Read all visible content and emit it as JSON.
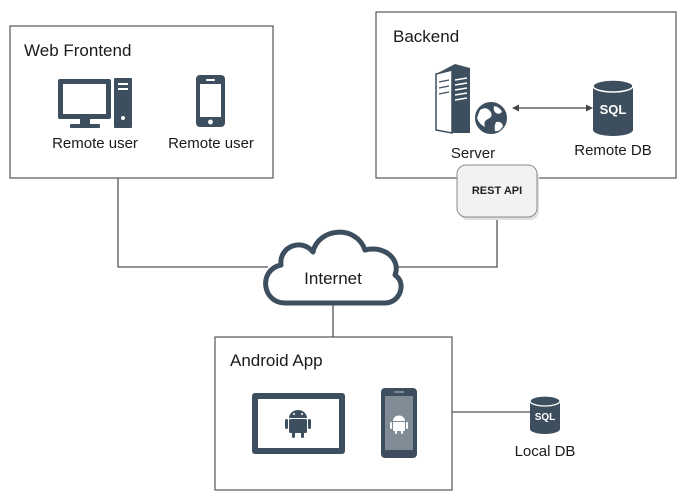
{
  "web_frontend": {
    "title": "Web Frontend",
    "devices": [
      {
        "label": "Remote user",
        "icon": "desktop-computer-icon"
      },
      {
        "label": "Remote user",
        "icon": "smartphone-icon"
      }
    ]
  },
  "backend": {
    "title": "Backend",
    "server_label": "Server",
    "db_label": "Remote DB",
    "db_badge": "SQL",
    "api_label": "REST API"
  },
  "internet": {
    "label": "Internet"
  },
  "android_app": {
    "title": "Android App",
    "devices": [
      {
        "icon": "android-tablet-icon"
      },
      {
        "icon": "android-phone-icon"
      }
    ]
  },
  "local_db": {
    "label": "Local DB",
    "badge": "SQL"
  },
  "colors": {
    "icon_dark": "#3d4f5f",
    "box_border": "#555555",
    "line": "#555555",
    "cloud_stroke": "#3d4f5f",
    "phone_screen": "#7f8c96"
  }
}
